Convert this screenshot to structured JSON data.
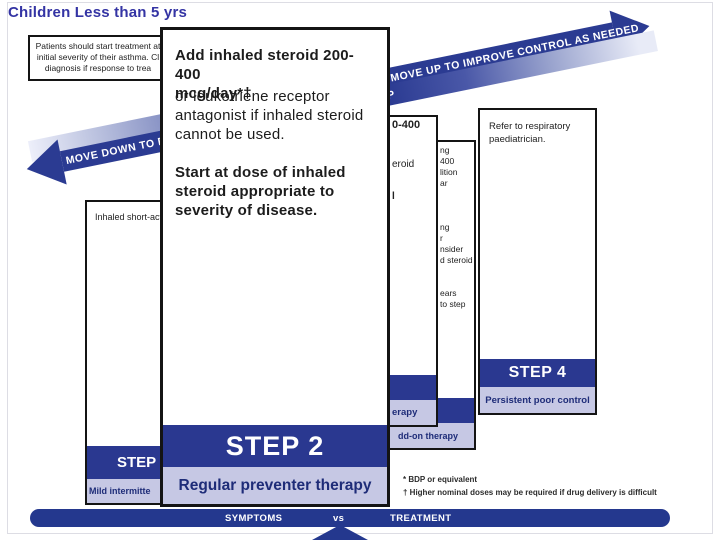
{
  "title": "Children Less than 5 yrs",
  "colors": {
    "navy": "#2b3b92",
    "bar_navy": "#2a3890",
    "lavender": "#c6c8e4",
    "title_blue": "#3434a4"
  },
  "intro_box": {
    "text": "Patients should start treatment at\ninitial severity of their asthma. Cl\ndiagnosis if response to trea"
  },
  "arrows": {
    "up": {
      "label": "MOVE UP TO IMPROVE CONTROL AS NEEDED"
    },
    "down": {
      "label": "MOVE DOWN TO FIN",
      "tail_fragment": "P"
    }
  },
  "steps": {
    "step1": {
      "content": "Inhaled short-actin\nagonist as require",
      "bar_label": "STEP",
      "sub_label": "Mild intermitte"
    },
    "step2_back": {
      "fragment1": "0-400",
      "fragment2": "eroid",
      "fragment3": "l",
      "sub_fragment": "erapy"
    },
    "step2_front": {
      "heading": "Add inhaled steroid 200-400\nmcg/day*†",
      "body": "or leukotriene receptor\nantagonist if inhaled steroid\ncannot be used.",
      "emphasis": "Start at dose of inhaled\nsteroid appropriate to\nseverity of disease.",
      "bar_label": "STEP 2",
      "sub_label": "Regular preventer therapy"
    },
    "step3_back": {
      "fragments": "ng\n400\nlition\nar\n\n\n\nng\nr\nnsider\nd steroid\n\n\nears\nto step",
      "sub_fragment": "dd-on therapy"
    },
    "step4": {
      "content": "Refer to respiratory\npaediatrician.",
      "bar_label": "STEP 4",
      "sub_label": "Persistent poor control"
    }
  },
  "footnotes": {
    "line1": "* BDP or equivalent",
    "line2": "† Higher nominal doses may be required if drug delivery is difficult"
  },
  "bottom_bar": {
    "left_label": "SYMPTOMS",
    "middle_label": "vs",
    "right_label": "TREATMENT"
  }
}
